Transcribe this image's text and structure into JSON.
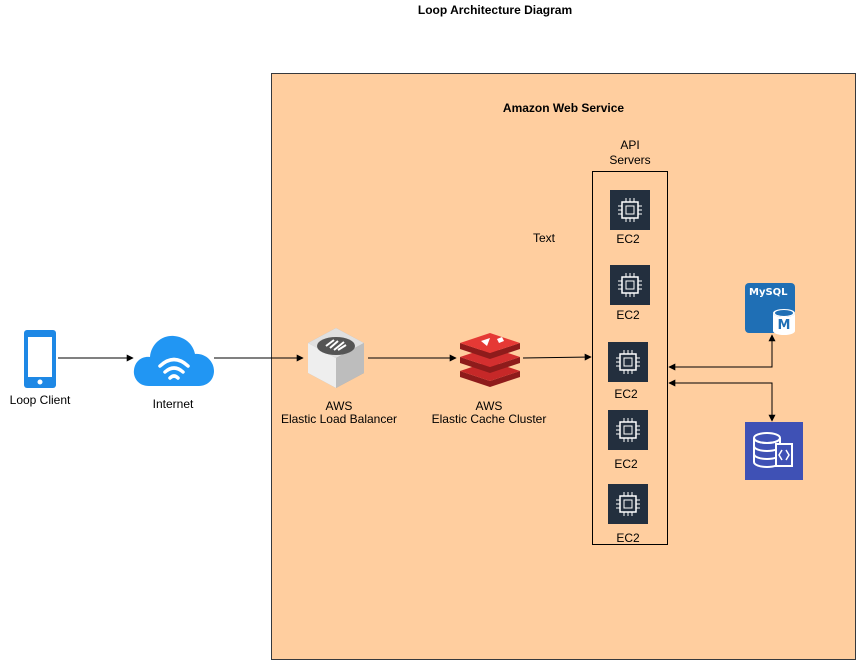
{
  "title": "Loop Architecture Diagram",
  "container": {
    "label": "Amazon Web Service"
  },
  "api_group": {
    "label_line1": "API",
    "label_line2": "Servers"
  },
  "stray_text": "Text",
  "nodes": {
    "client": {
      "label": "Loop Client"
    },
    "internet": {
      "label": "Internet"
    },
    "elb": {
      "line1": "AWS",
      "line2": "Elastic Load Balancer"
    },
    "cache": {
      "line1": "AWS",
      "line2": "Elastic Cache Cluster"
    },
    "mysql": {
      "text": "MySQL",
      "badge": "M"
    },
    "ec2": [
      "EC2",
      "EC2",
      "EC2",
      "EC2",
      "EC2"
    ]
  },
  "colors": {
    "aws_container": "#FFCE9F",
    "phone": "#1E88E5",
    "cloud": "#2196F3",
    "ec2_bg": "#232F3E",
    "cache_red": "#C62828",
    "mysql_blue": "#1F6FB5",
    "db_blue": "#3F51B5"
  }
}
